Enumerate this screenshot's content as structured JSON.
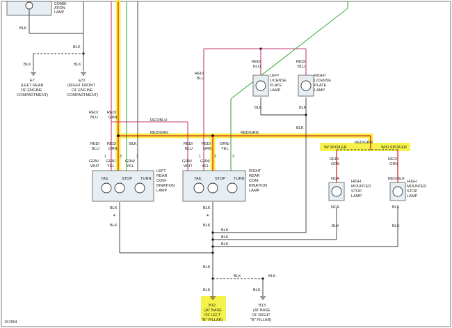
{
  "figure_id": "157804",
  "highlight_color": "#f6f24a",
  "wire_colors": {
    "red": "#e02020",
    "pink": "#c43a78",
    "green": "#3cae3c",
    "black": "#333333"
  },
  "top_lamp": {
    "label": [
      "COMBI-",
      "ATION",
      "LAMP"
    ],
    "wire": "BLK"
  },
  "grounds": {
    "e7": {
      "id": "E7",
      "lines": [
        "(LEFT REAR",
        "OF ENGINE",
        "COMPARTMENT)"
      ],
      "wire": "BLK"
    },
    "e37": {
      "id": "E37",
      "lines": [
        "(RIGHT FRONT",
        "OF ENGINE",
        "COMPARTMENT)"
      ],
      "wire": "BLK"
    },
    "b12": {
      "id": "B12",
      "lines": [
        "(AT BASE",
        "OF LEFT",
        "\"B\" PILLAR)"
      ]
    },
    "b13": {
      "id": "B13",
      "lines": [
        "(AT BASE",
        "OF RIGHT",
        "\"B\" PILLAR)"
      ]
    }
  },
  "left_rear_lamp": {
    "title": [
      "LEFT",
      "REAR",
      "COM-",
      "BINATION",
      "LAMP"
    ],
    "bulbs": [
      "TAIL",
      "STOP",
      "TURN"
    ],
    "pins": [
      "1",
      "3",
      "2"
    ],
    "pin_out": "4",
    "wires_in": [
      "GRN/",
      "WHT",
      "GRN/",
      "YEL",
      "GRN/",
      "YEL"
    ]
  },
  "right_rear_lamp": {
    "title": [
      "RIGHT",
      "REAR",
      "COM-",
      "BINATION",
      "LAMP"
    ],
    "bulbs": [
      "TAIL",
      "STOP",
      "TURN"
    ],
    "pins": [
      "1",
      "3",
      "2"
    ],
    "pin_out": "4",
    "wires_in": [
      "GRN/",
      "WHT",
      "GRN/",
      "YEL",
      "GRN/",
      "YEL"
    ]
  },
  "license_lamps": {
    "left": [
      "LEFT",
      "LICENSE",
      "PLATE",
      "LAMP"
    ],
    "right": [
      "RIGHT",
      "LICENSE",
      "PLATE",
      "LAMP"
    ]
  },
  "high_stop_lamps": {
    "with_spoiler": [
      "HIGH",
      "MOUNTED",
      "STOP",
      "LAMP"
    ],
    "without_spoiler": [
      "HIGH",
      "MOUNTED",
      "STOP",
      "LAMP"
    ],
    "nca": "NCA"
  },
  "spoiler_labels": {
    "with": "W/ SPOILER",
    "without": "W/O SPOILER"
  },
  "wire_labels": {
    "red_blu": "RED/BLU",
    "red_grn": "RED/GRN",
    "red_slash": "RED/",
    "blu": "BLU",
    "grn": "GRN",
    "blk": "BLK",
    "red_blk": "RED/BLK"
  }
}
